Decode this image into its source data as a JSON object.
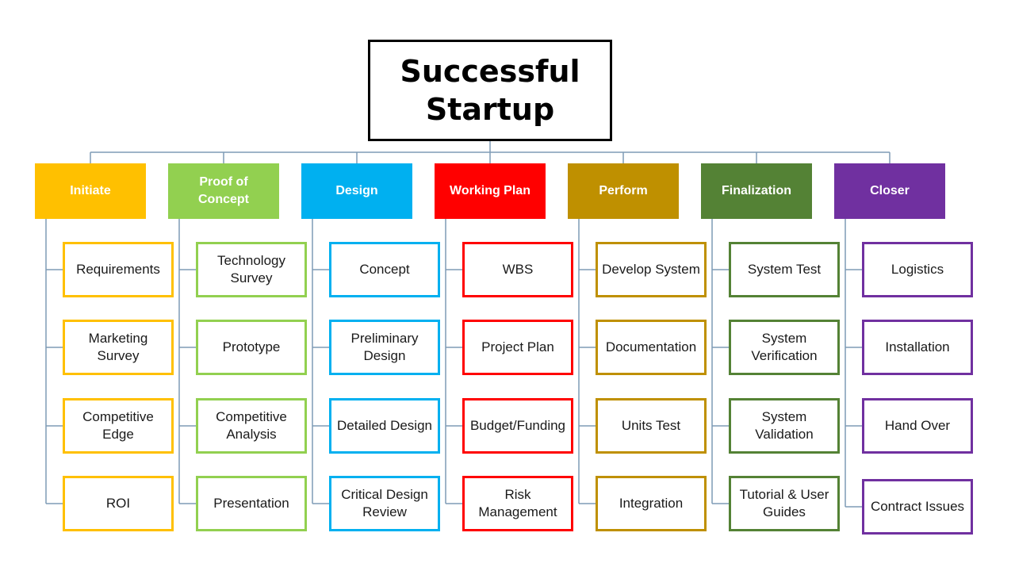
{
  "root": {
    "title": "Successful\nStartup"
  },
  "phases": [
    {
      "label": "Initiate",
      "color": "#FFC000",
      "tasks": [
        "Requirements",
        "Marketing\nSurvey",
        "Competitive\nEdge",
        "ROI"
      ]
    },
    {
      "label": "Proof of\nConcept",
      "color": "#92D050",
      "tasks": [
        "Technology\nSurvey",
        "Prototype",
        "Competitive\nAnalysis",
        "Presentation"
      ]
    },
    {
      "label": "Design",
      "color": "#00B0F0",
      "tasks": [
        "Concept",
        "Preliminary\nDesign",
        "Detailed Design",
        "Critical Design\nReview"
      ]
    },
    {
      "label": "Working Plan",
      "color": "#FF0000",
      "tasks": [
        "WBS",
        "Project Plan",
        "Budget/Funding",
        "Risk\nManagement"
      ]
    },
    {
      "label": "Perform",
      "color": "#BF9000",
      "tasks": [
        "Develop System",
        "Documentation",
        "Units Test",
        "Integration"
      ]
    },
    {
      "label": "Finalization",
      "color": "#548235",
      "tasks": [
        "System Test",
        "System\nVerification",
        "System\nValidation",
        "Tutorial & User\nGuides"
      ]
    },
    {
      "label": "Closer",
      "color": "#7030A0",
      "tasks": [
        "Logistics",
        "Installation",
        "Hand Over",
        "Contract Issues"
      ]
    }
  ],
  "connector_color": "#7F9BB5"
}
